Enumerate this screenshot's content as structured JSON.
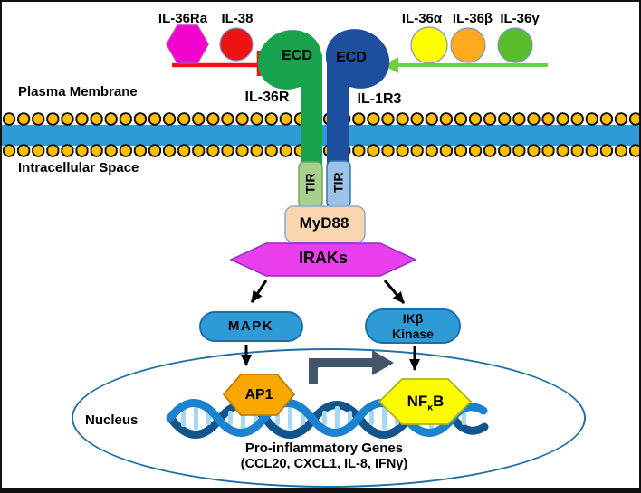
{
  "ligands": {
    "il36ra_label": "IL-36Ra",
    "il38_label": "IL-38",
    "il36a_label": "IL-36α",
    "il36b_label": "IL-36β",
    "il36g_label": "IL-36γ",
    "colors": {
      "il36ra": "#F203CE",
      "il38": "#EE1313",
      "il36a": "#FFFF00",
      "il36b": "#FFA91E",
      "il36g": "#5BBD2B",
      "inhibition_line": "#EE1313",
      "activation_arrow": "#6FCE44"
    }
  },
  "membrane": {
    "plasma_label": "Plasma Membrane",
    "intracellular_label": "Intracellular Space",
    "lipid_head_color": "#FEBF00",
    "band_color": "#2E9BD6"
  },
  "receptors": {
    "il36r": {
      "name": "IL-36R",
      "ecd_label": "ECD",
      "tir_label": "TIR",
      "color": "#18A24D",
      "tir_fill": "#A8CF8E"
    },
    "il1r3": {
      "name": "IL-1R3",
      "ecd_label": "ECD",
      "tir_label": "TIR",
      "color": "#1D4F9E",
      "tir_fill": "#9CC2E5"
    }
  },
  "cascade": {
    "myd88_label": "MyD88",
    "iraks_label": "IRAKs",
    "mapk_label": "MAPK",
    "ikb_line1": "IKβ",
    "ikb_line2": "Kinase",
    "myd88_fill": "#FAD5B0",
    "iraks_fill": "#E83EEB",
    "kinase_pill_fill": "#2E9BD6"
  },
  "nucleus": {
    "label": "Nucleus",
    "ap1_label": "AP1",
    "nfkb_prefix": "NF",
    "nfkb_sub": "κ",
    "nfkb_suffix": "B",
    "genes_title": "Pro-inflammatory Genes",
    "genes_list": "(CCL20, CXCL1, IL-8, IFNγ)",
    "ap1_fill": "#F8A801",
    "nfkb_fill": "#FCFC00",
    "outline_color": "#1F6FA8",
    "transcription_arrow_color": "#44546A"
  }
}
